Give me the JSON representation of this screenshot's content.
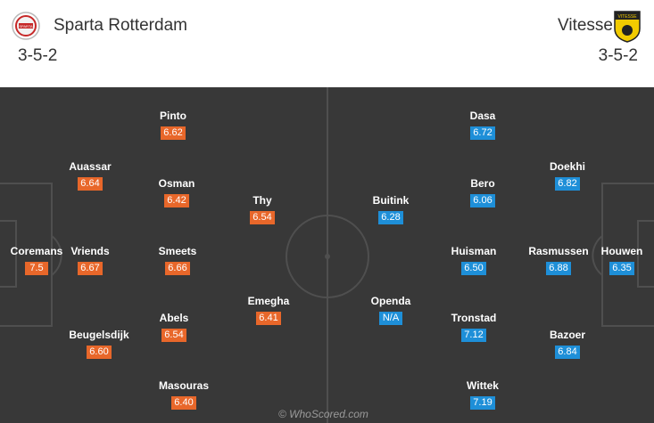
{
  "home": {
    "name": "Sparta Rotterdam",
    "formation": "3-5-2",
    "crest_text": "SPARTA",
    "color": "#e8672a",
    "players": [
      {
        "name": "Coremans",
        "rating": "7.5"
      },
      {
        "name": "Auassar",
        "rating": "6.64"
      },
      {
        "name": "Vriends",
        "rating": "6.67"
      },
      {
        "name": "Beugelsdijk",
        "rating": "6.60"
      },
      {
        "name": "Pinto",
        "rating": "6.62"
      },
      {
        "name": "Osman",
        "rating": "6.42"
      },
      {
        "name": "Smeets",
        "rating": "6.66"
      },
      {
        "name": "Abels",
        "rating": "6.54"
      },
      {
        "name": "Masouras",
        "rating": "6.40"
      },
      {
        "name": "Thy",
        "rating": "6.54"
      },
      {
        "name": "Emegha",
        "rating": "6.41"
      }
    ]
  },
  "away": {
    "name": "Vitesse",
    "formation": "3-5-2",
    "crest_text": "VITESSE",
    "color": "#1e8fd8",
    "players": [
      {
        "name": "Houwen",
        "rating": "6.35"
      },
      {
        "name": "Doekhi",
        "rating": "6.82"
      },
      {
        "name": "Rasmussen",
        "rating": "6.88"
      },
      {
        "name": "Bazoer",
        "rating": "6.84"
      },
      {
        "name": "Dasa",
        "rating": "6.72"
      },
      {
        "name": "Bero",
        "rating": "6.06"
      },
      {
        "name": "Huisman",
        "rating": "6.50"
      },
      {
        "name": "Tronstad",
        "rating": "7.12"
      },
      {
        "name": "Wittek",
        "rating": "7.19"
      },
      {
        "name": "Buitink",
        "rating": "6.28"
      },
      {
        "name": "Openda",
        "rating": "N/A"
      }
    ]
  },
  "watermark": "© WhoScored.com"
}
